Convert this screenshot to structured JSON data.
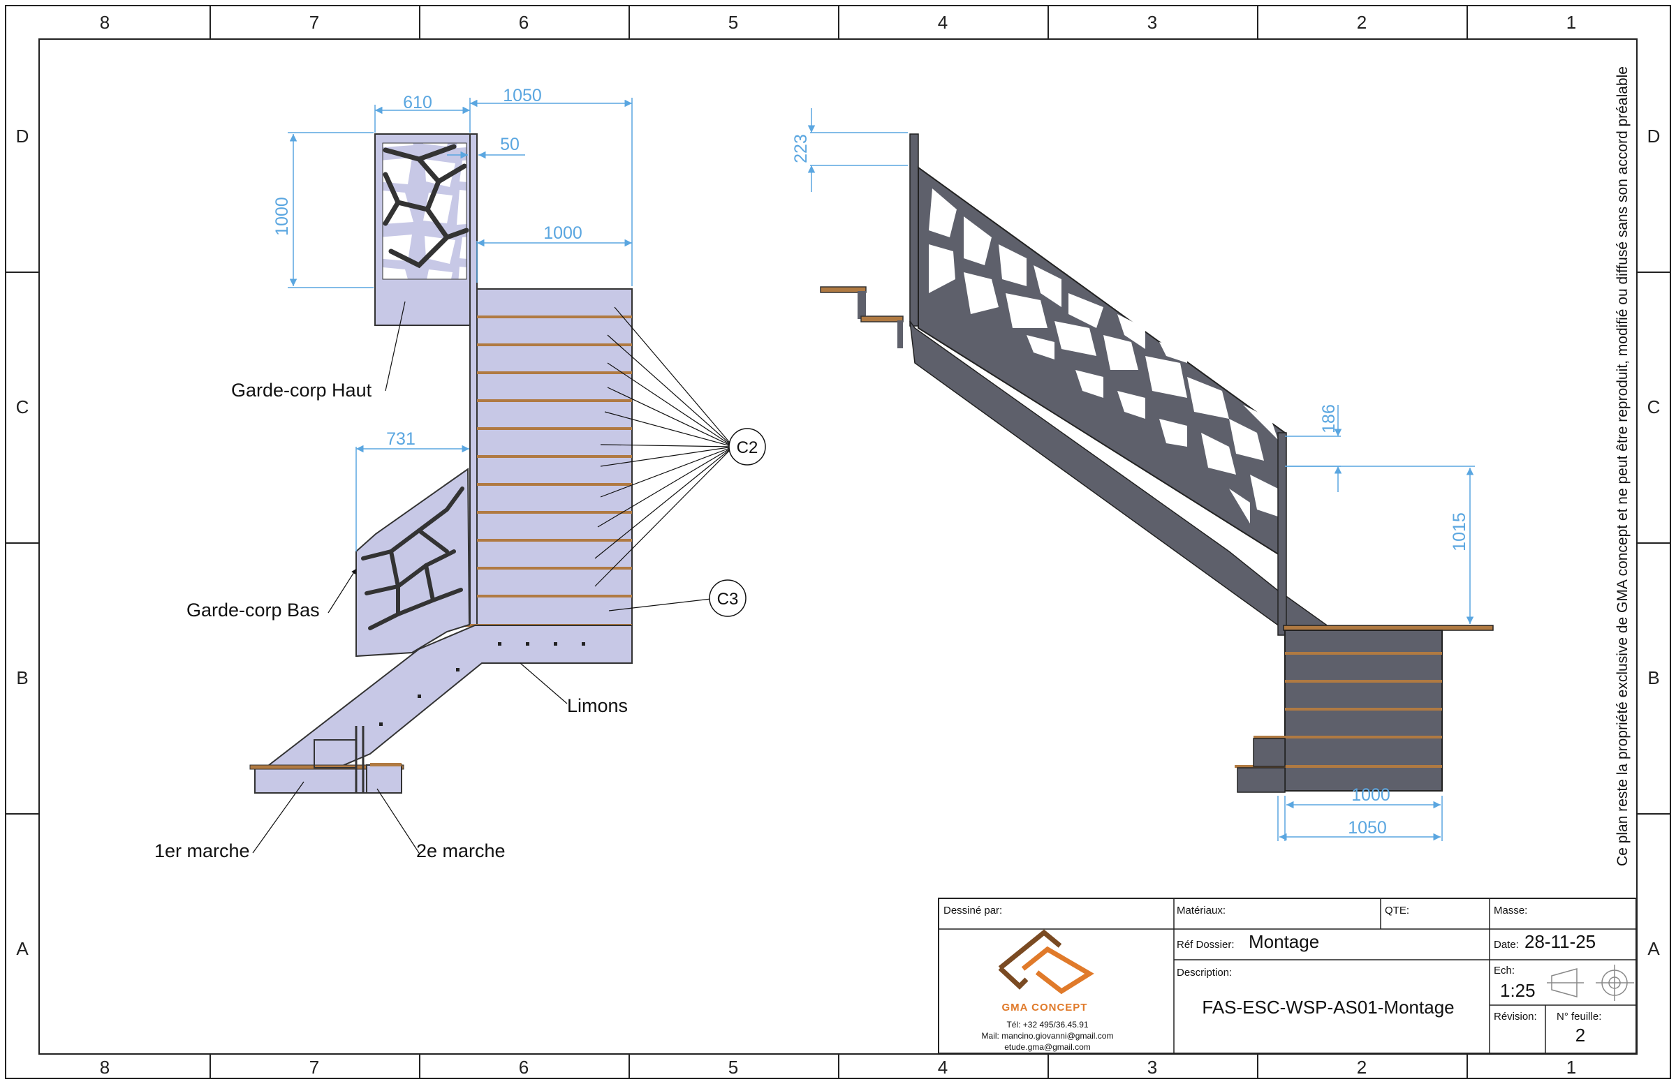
{
  "border": {
    "columns": [
      "8",
      "7",
      "6",
      "5",
      "4",
      "3",
      "2",
      "1"
    ],
    "rows": [
      "D",
      "C",
      "B",
      "A"
    ]
  },
  "front_view": {
    "dimensions": {
      "upper_guard_width": "610",
      "upper_overall": "1050",
      "gap": "50",
      "upper_guard_height": "1000",
      "tread_width": "1000",
      "lower_guard_width": "731"
    },
    "labels": {
      "garde_corp_haut": "Garde-corp Haut",
      "garde_corp_bas": "Garde-corp Bas",
      "limons": "Limons",
      "premiere_marche": "1er marche",
      "deuxieme_marche": "2e marche"
    },
    "callouts": {
      "c2": "C2",
      "c3": "C3"
    }
  },
  "side_view": {
    "dimensions": {
      "top_post": "223",
      "post_offset": "186",
      "guard_height": "1015",
      "tread_width": "1000",
      "overall_width": "1050"
    }
  },
  "copyright_note": "Ce plan reste la propriété exclusive de GMA concept et ne peut être reproduit, modifié ou diffusé sans son accord préalable",
  "title_block": {
    "dessine_par_label": "Dessiné par:",
    "materiaux_label": "Matériaux:",
    "qte_label": "QTE:",
    "masse_label": "Masse:",
    "ref_dossier_label": "Réf Dossier:",
    "ref_dossier_value": "Montage",
    "date_label": "Date:",
    "date_value": "28-11-25",
    "description_label": "Description:",
    "description_value": "FAS-ESC-WSP-AS01-Montage",
    "ech_label": "Ech:",
    "ech_value": "1:25",
    "revision_label": "Révision:",
    "feuille_label": "N° feuille:",
    "feuille_value": "2",
    "company": "GMA CONCEPT",
    "tel": "Tél: +32 495/36.45.91",
    "mail": "Mail: mancino.giovanni@gmail.com",
    "mail2": "etude.gma@gmail.com"
  },
  "colors": {
    "dimension": "#5aa6e0",
    "steel_light": "#c7c8e6",
    "steel_dark": "#5e606b",
    "wood": "#b07a42",
    "logo_brown": "#7a4a22",
    "logo_orange": "#e07a2a"
  }
}
